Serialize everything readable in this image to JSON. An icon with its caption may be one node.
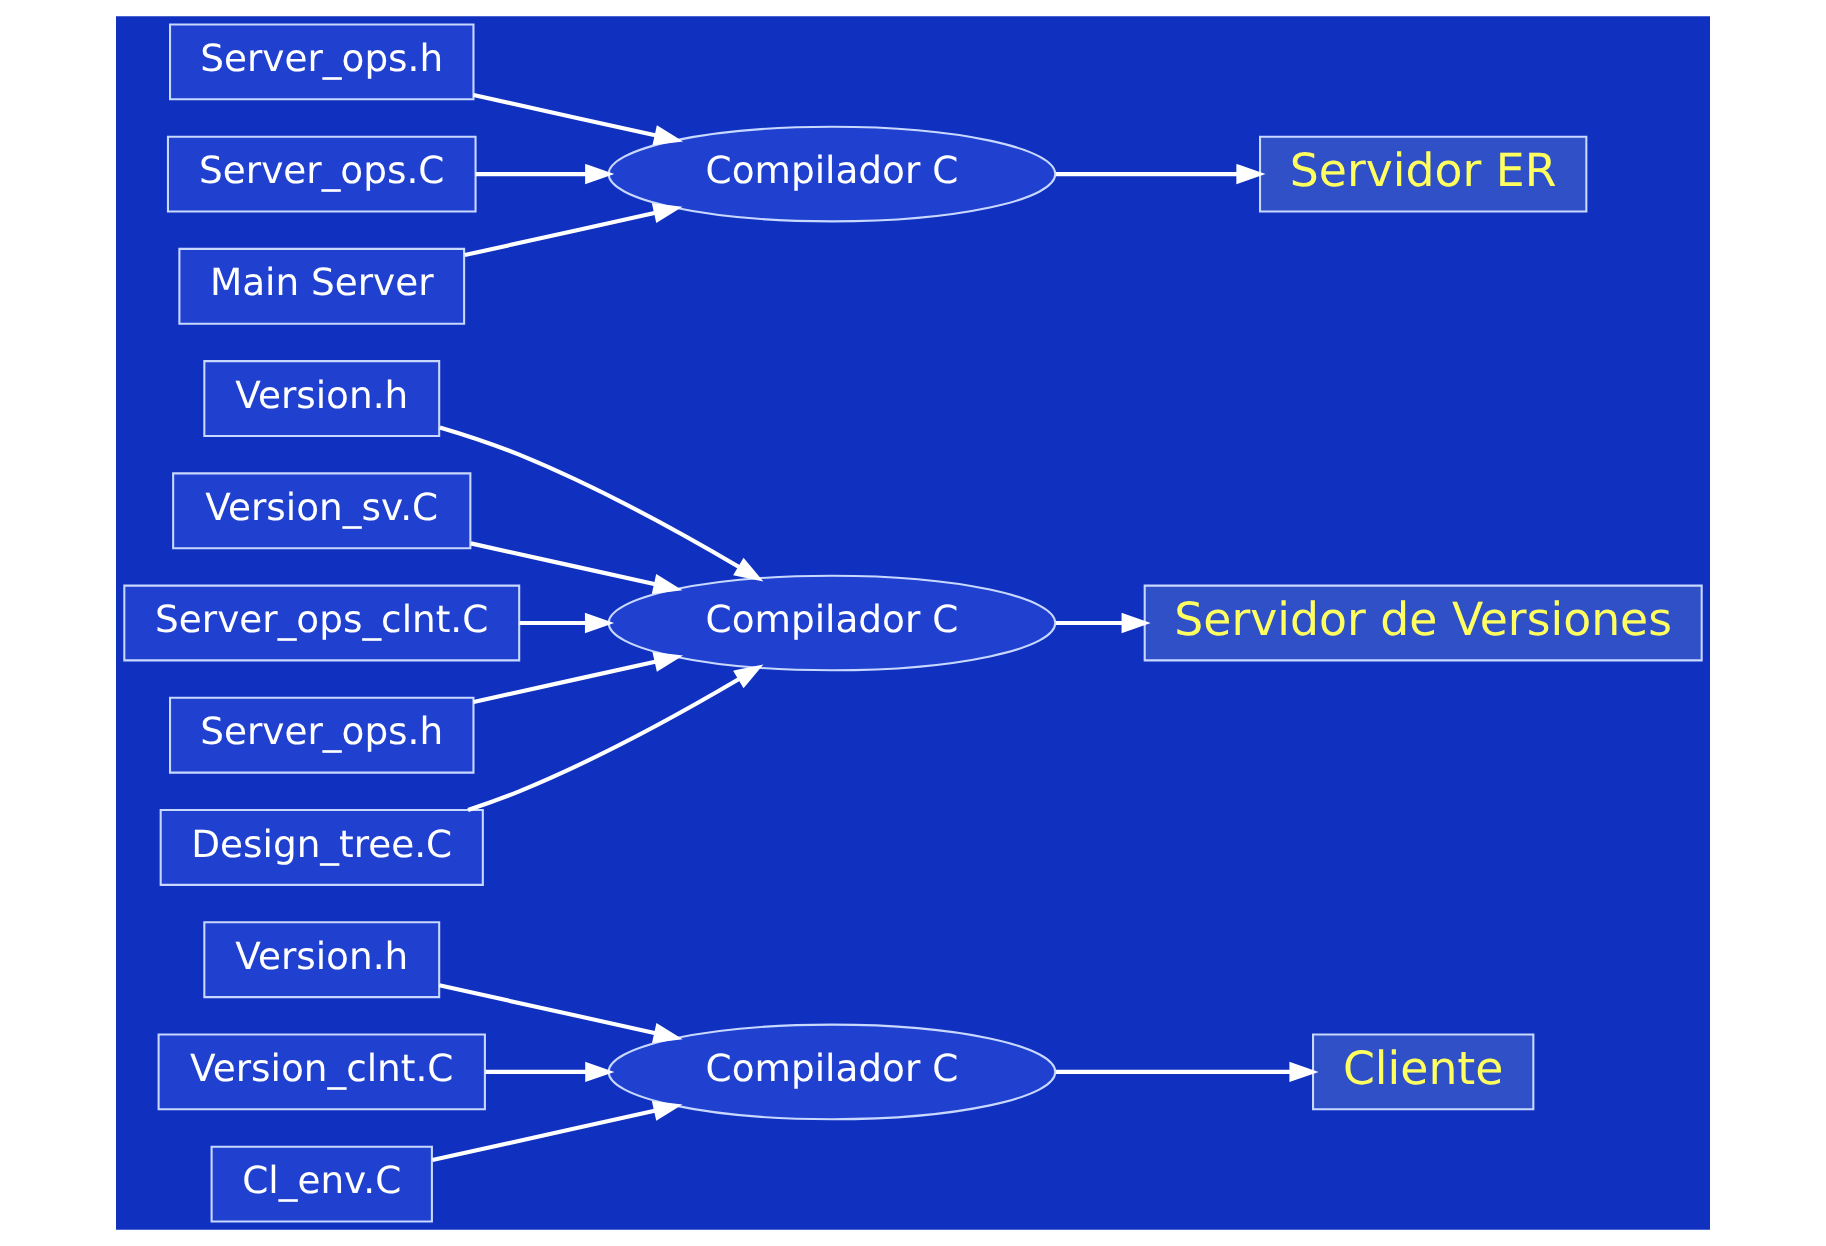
{
  "diagram": {
    "nodes": [
      {
        "text": [
          "Version.h"
        ]
      },
      {
        "text": [
          "Version_clnt.C"
        ]
      },
      {
        "text": [
          "Compilador C"
        ]
      },
      {
        "text": [
          "Cliente"
        ]
      },
      {
        "text": [
          "Cl_env.C"
        ]
      },
      {
        "text": [
          "Version.h"
        ]
      },
      {
        "text": [
          "Version_sv.C"
        ]
      },
      {
        "text": [
          "Server_ops_clnt.C"
        ]
      },
      {
        "text": [
          "Server_ops.h"
        ]
      },
      {
        "text": [
          "Compilador C"
        ]
      },
      {
        "text": [
          "Servidor de Versiones"
        ]
      },
      {
        "text": [
          "Design_tree.C"
        ]
      },
      {
        "text": [
          "Server_ops.h"
        ]
      },
      {
        "text": [
          "Server_ops.C"
        ]
      },
      {
        "text": [
          "Compilador C"
        ]
      },
      {
        "text": [
          "Servidor ER"
        ]
      },
      {
        "text": [
          "Main Server"
        ]
      }
    ],
    "edges": [
      {
        "from": 0,
        "to": 2,
        "arrow": "to"
      },
      {
        "from": 1,
        "to": 2,
        "arrow": "to"
      },
      {
        "from": 4,
        "to": 2,
        "arrow": "to"
      },
      {
        "from": 2,
        "to": 3,
        "arrow": "to"
      },
      {
        "from": 5,
        "to": 9,
        "arrow": "to"
      },
      {
        "from": 6,
        "to": 9,
        "arrow": "to"
      },
      {
        "from": 7,
        "to": 9,
        "arrow": "to"
      },
      {
        "from": 8,
        "to": 9,
        "arrow": "to"
      },
      {
        "from": 11,
        "to": 9,
        "arrow": "to"
      },
      {
        "from": 9,
        "to": 10,
        "arrow": "to"
      },
      {
        "from": 12,
        "to": 14,
        "arrow": "to"
      },
      {
        "from": 13,
        "to": 14,
        "arrow": "to"
      },
      {
        "from": 16,
        "to": 14,
        "arrow": "to"
      },
      {
        "from": 14,
        "to": 15,
        "arrow": "to"
      }
    ]
  }
}
